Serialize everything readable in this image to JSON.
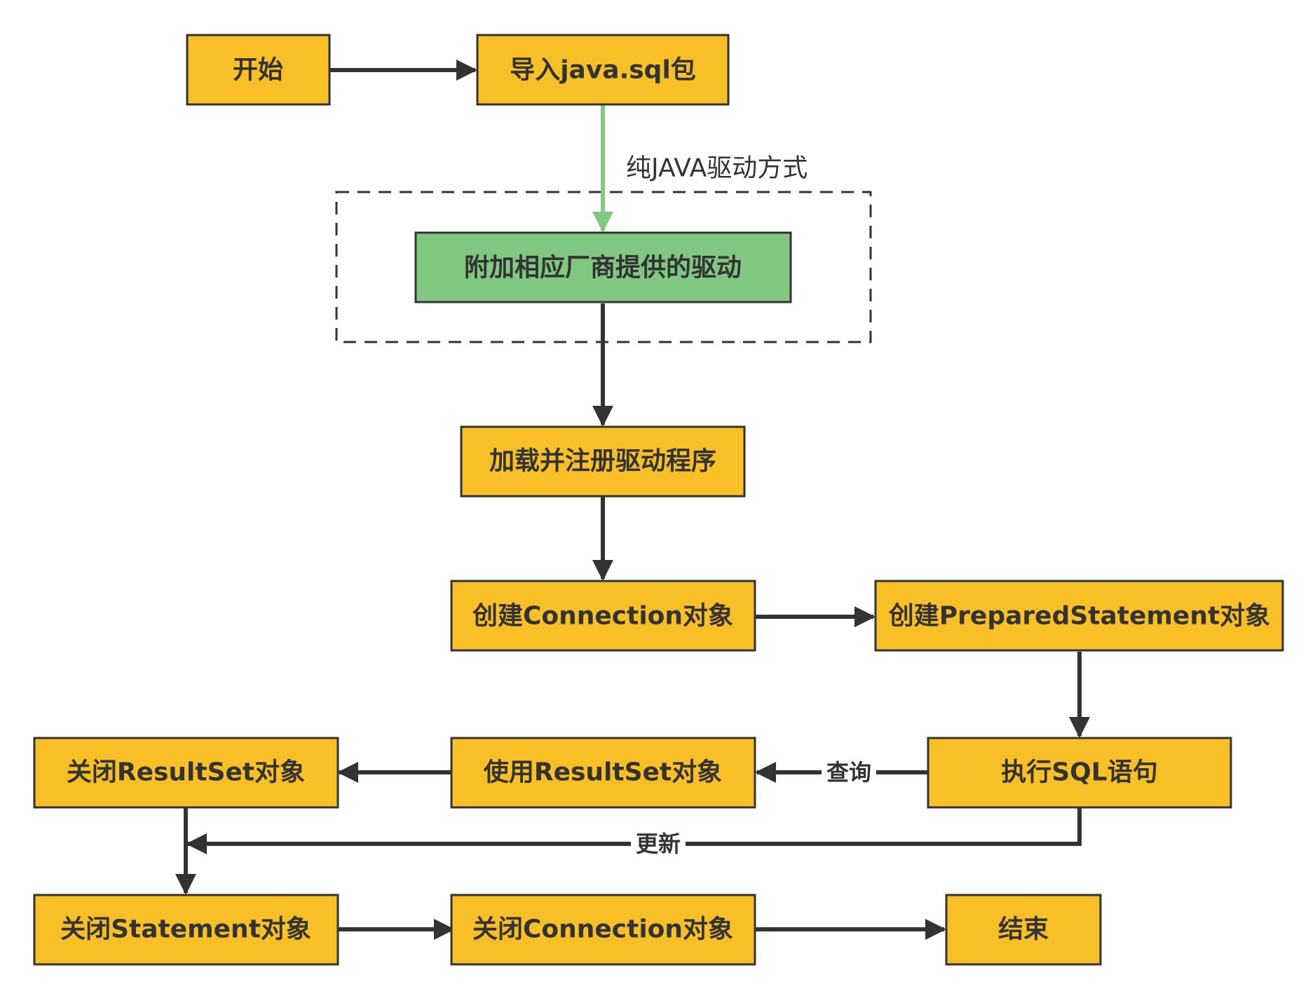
{
  "colors": {
    "node_fill": "#f9bf27",
    "node_highlight_fill": "#80c882",
    "stroke": "#333333",
    "green_arrow": "#82c882"
  },
  "nodes": {
    "start": "开始",
    "import": "导入java.sql包",
    "vendor_driver": "附加相应厂商提供的驱动",
    "load_driver": "加载并注册驱动程序",
    "create_connection": "创建Connection对象",
    "create_statement": "创建PreparedStatement对象",
    "execute_sql": "执行SQL语句",
    "use_resultset": "使用ResultSet对象",
    "close_resultset": "关闭ResultSet对象",
    "close_statement": "关闭Statement对象",
    "close_connection": "关闭Connection对象",
    "end": "结束"
  },
  "labels": {
    "pure_java": "纯JAVA驱动方式",
    "query": "查询",
    "update": "更新"
  }
}
